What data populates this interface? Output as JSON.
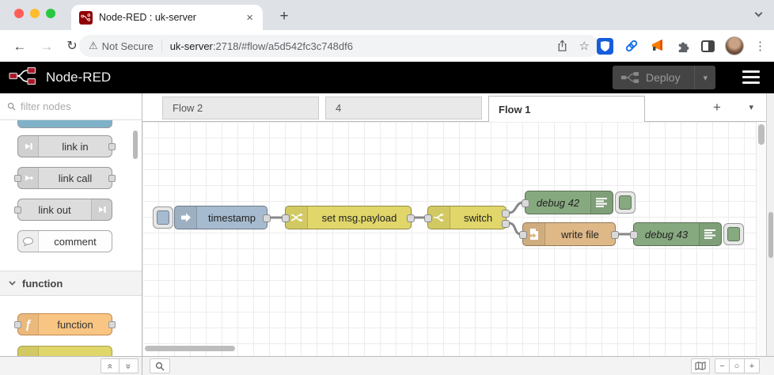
{
  "browser": {
    "tab_title": "Node-RED : uk-server",
    "security_label": "Not Secure",
    "url_host": "uk-server",
    "url_path": ":2718/#flow/a5d542fc3c748df6"
  },
  "glyphs": {
    "close": "×",
    "new_tab": "+",
    "back": "←",
    "forward": "→",
    "reload": "↻",
    "warning": "⚠",
    "star": "☆",
    "kebab": "⋮",
    "deploy_chevron": "▾",
    "tab_add": "+",
    "tab_chevron": "▾",
    "collapse_up": "«",
    "collapse_down": "»",
    "zoom_out": "−",
    "zoom_reset": "○",
    "zoom_in": "+",
    "function_icon": "ƒ"
  },
  "nodered": {
    "app_title": "Node-RED",
    "deploy_label": "Deploy",
    "palette": {
      "filter_placeholder": "filter nodes",
      "items": [
        {
          "label": "link in"
        },
        {
          "label": "link call"
        },
        {
          "label": "link out"
        },
        {
          "label": "comment"
        }
      ],
      "section_label": "function",
      "function_label": "function"
    },
    "tabs": [
      {
        "label": "Flow 2",
        "active": false
      },
      {
        "label": "4",
        "active": false
      },
      {
        "label": "Flow 1",
        "active": true
      }
    ],
    "flow": {
      "inject_label": "timestamp",
      "change_label": "set msg.payload",
      "switch_label": "switch",
      "debug42_label": "debug 42",
      "file_label": "write file",
      "debug43_label": "debug 43"
    }
  },
  "colors": {
    "inject_node": "#a6bbcf",
    "change_switch_node": "#e0d66a",
    "debug_node": "#87a980",
    "file_node": "#deb887",
    "function_node": "#f9c583",
    "link_node": "#dddddd",
    "nodered_red": "#8f0000",
    "header_bg": "#000000",
    "deploy_bg": "#444444",
    "wire": "#888888",
    "traffic_red": "#ff5f57",
    "traffic_yellow": "#febc2e",
    "traffic_green": "#28c840"
  }
}
